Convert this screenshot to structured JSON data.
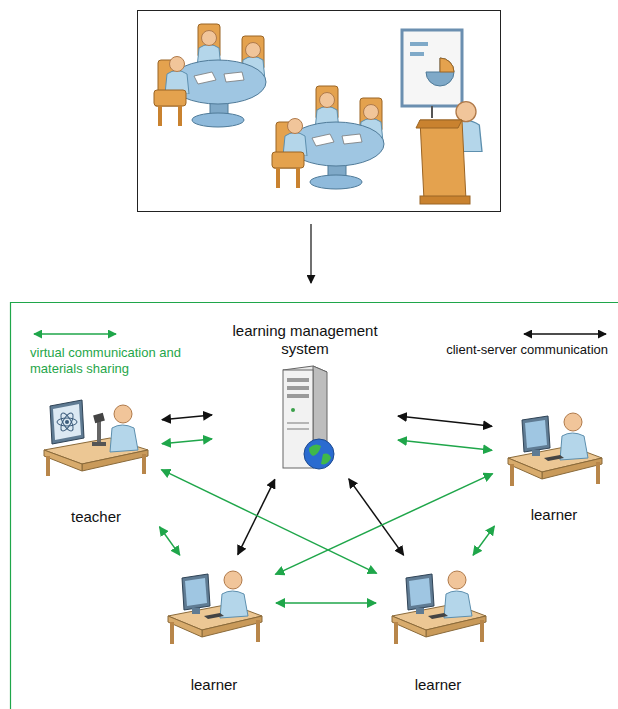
{
  "diagram": {
    "nodes": [
      {
        "text": [
          "learning management system"
        ]
      },
      {
        "text": [
          "teacher"
        ]
      },
      {
        "text": [
          "learner"
        ]
      },
      {
        "text": [
          "learner"
        ]
      },
      {
        "text": [
          "learner"
        ]
      }
    ],
    "edges": [
      {
        "from": 1,
        "to": 0,
        "arrow": "both"
      },
      {
        "from": 0,
        "to": 2,
        "arrow": "both"
      },
      {
        "from": 0,
        "to": 3,
        "arrow": "both"
      },
      {
        "from": 0,
        "to": 4,
        "arrow": "both"
      },
      {
        "from": 1,
        "to": 0,
        "arrow": "both"
      },
      {
        "from": 0,
        "to": 2,
        "arrow": "both"
      },
      {
        "from": 1,
        "to": 3,
        "arrow": "both"
      },
      {
        "from": 1,
        "to": 4,
        "arrow": "both"
      },
      {
        "from": 2,
        "to": 3,
        "arrow": "both"
      },
      {
        "from": 2,
        "to": 4,
        "arrow": "both"
      },
      {
        "from": 3,
        "to": 4,
        "arrow": "both"
      }
    ],
    "legend": [
      {
        "text": "virtual communication and materials sharing"
      },
      {
        "text": "client-server communication"
      }
    ]
  }
}
